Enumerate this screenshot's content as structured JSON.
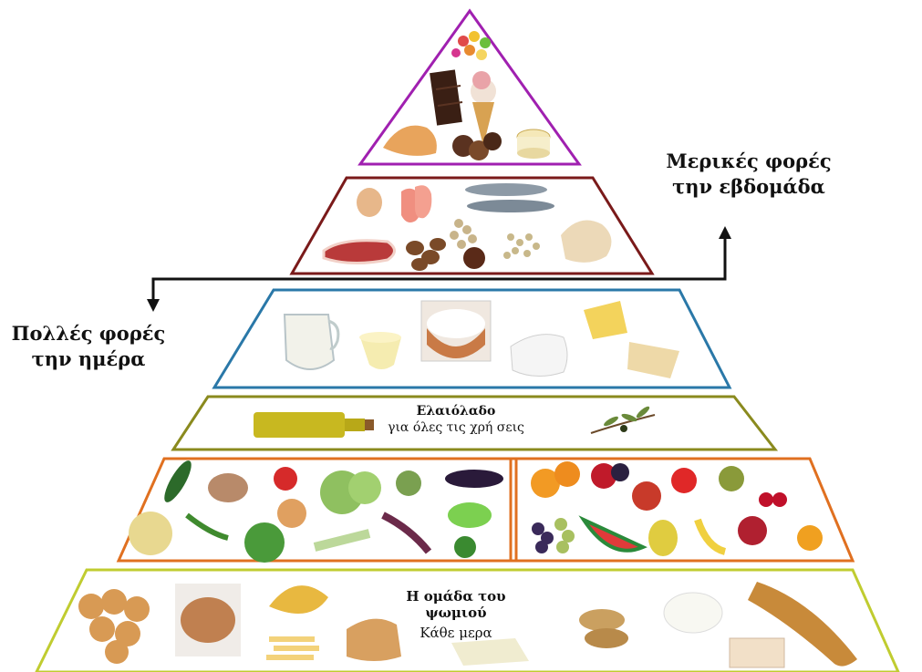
{
  "labels": {
    "week_line1": "Μερικές φορές",
    "week_line2": "την εβδομάδα",
    "day_line1": "Πολλές φορές",
    "day_line2": "την ημέρα"
  },
  "tiers": {
    "oil": {
      "title": "Ελαιόλαδο",
      "subtitle": "για όλες τις χρή σεις"
    },
    "bread": {
      "title": "Η ομάδα του ψωμιού",
      "subtitle": "Κάθε μερα"
    }
  },
  "colors": {
    "sweets": "#a020b0",
    "protein": "#7a1a1a",
    "dairy": "#2a78a8",
    "oil": "#8a8a1e",
    "fruitveg": "#e07020",
    "bread": "#c0cc30"
  },
  "icons": [
    "sweets-image",
    "protein-image",
    "dairy-image",
    "olive-oil-image",
    "vegetables-image",
    "fruits-image",
    "bread-grains-image"
  ]
}
